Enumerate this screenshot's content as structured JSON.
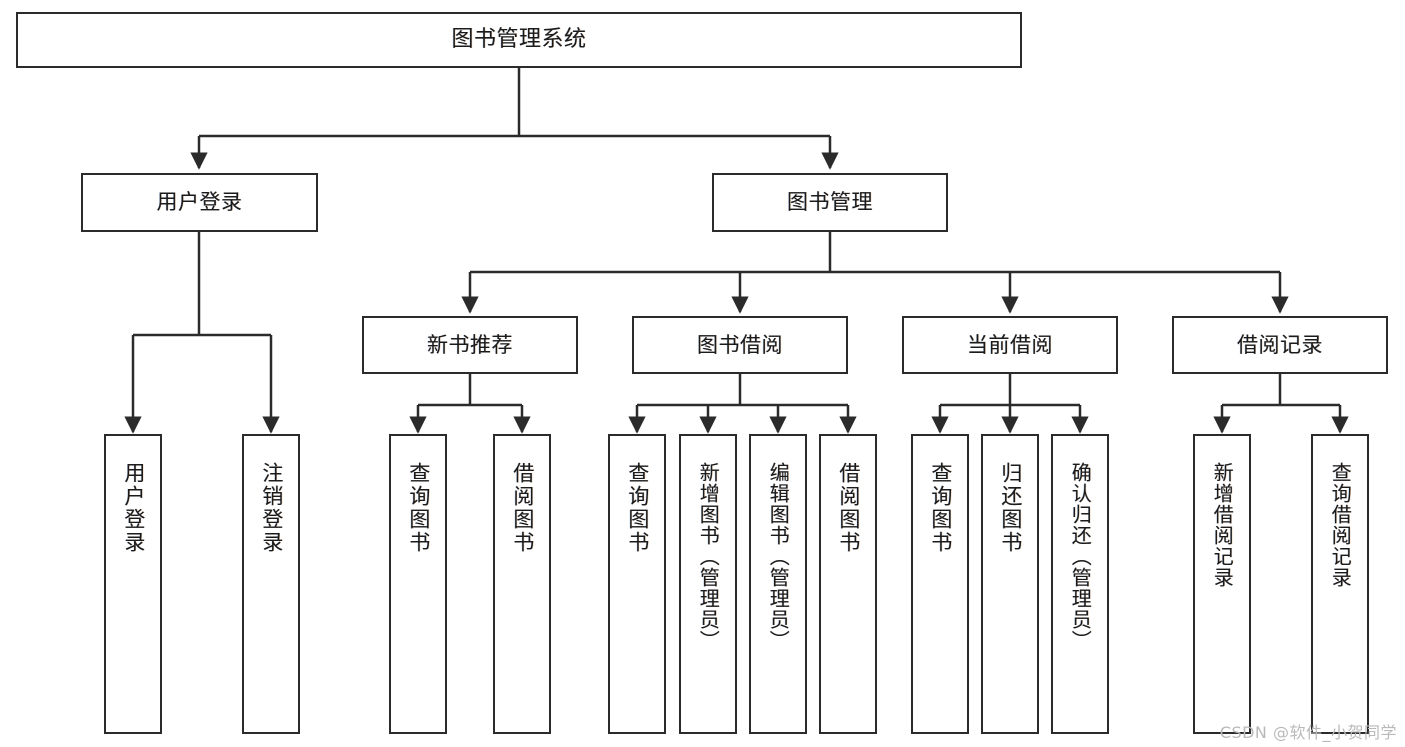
{
  "diagram": {
    "title": "图书管理系统",
    "type": "tree-hierarchy",
    "watermark": "CSDN @软件_小贺同学",
    "colors": {
      "background": "#ffffff",
      "box_border": "#2b2b2b",
      "connector": "#2b2b2b",
      "text": "#1b1b1b",
      "watermark": "#b9b9b9"
    },
    "levels": {
      "root": "图书管理系统",
      "level2": [
        "用户登录",
        "图书管理"
      ],
      "level3": [
        "新书推荐",
        "图书借阅",
        "当前借阅",
        "借阅记录"
      ]
    },
    "nodes": {
      "root": {
        "label": "图书管理系统"
      },
      "user_login": {
        "label": "用户登录"
      },
      "book_manage": {
        "label": "图书管理"
      },
      "new_book_rec": {
        "label": "新书推荐"
      },
      "book_borrow": {
        "label": "图书借阅"
      },
      "current_borrow": {
        "label": "当前借阅"
      },
      "borrow_record": {
        "label": "借阅记录"
      },
      "leaf_user_login": {
        "label": "用户登录"
      },
      "leaf_logout": {
        "label": "注销登录"
      },
      "leaf_query_book_rec": {
        "label": "查询图书"
      },
      "leaf_borrow_book_rec": {
        "label": "借阅图书"
      },
      "leaf_query_book_br": {
        "label": "查询图书"
      },
      "leaf_add_book": {
        "label": "新增图书（管理员）"
      },
      "leaf_edit_book": {
        "label": "编辑图书（管理员）"
      },
      "leaf_borrow_book_br": {
        "label": "借阅图书"
      },
      "leaf_query_book_cb": {
        "label": "查询图书"
      },
      "leaf_return_book": {
        "label": "归还图书"
      },
      "leaf_confirm_return": {
        "label": "确认归还（管理员）"
      },
      "leaf_add_record": {
        "label": "新增借阅记录"
      },
      "leaf_query_record": {
        "label": "查询借阅记录"
      }
    }
  }
}
